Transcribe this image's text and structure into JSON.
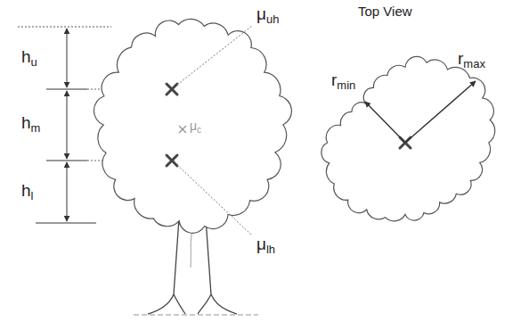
{
  "diagram": {
    "labels": [
      "h",
      "u",
      "h",
      "m",
      "h",
      "l",
      "μ",
      "uh",
      "μ",
      "c",
      "μ",
      "lh",
      "Top View",
      "r",
      "min",
      "r",
      "max"
    ]
  }
}
